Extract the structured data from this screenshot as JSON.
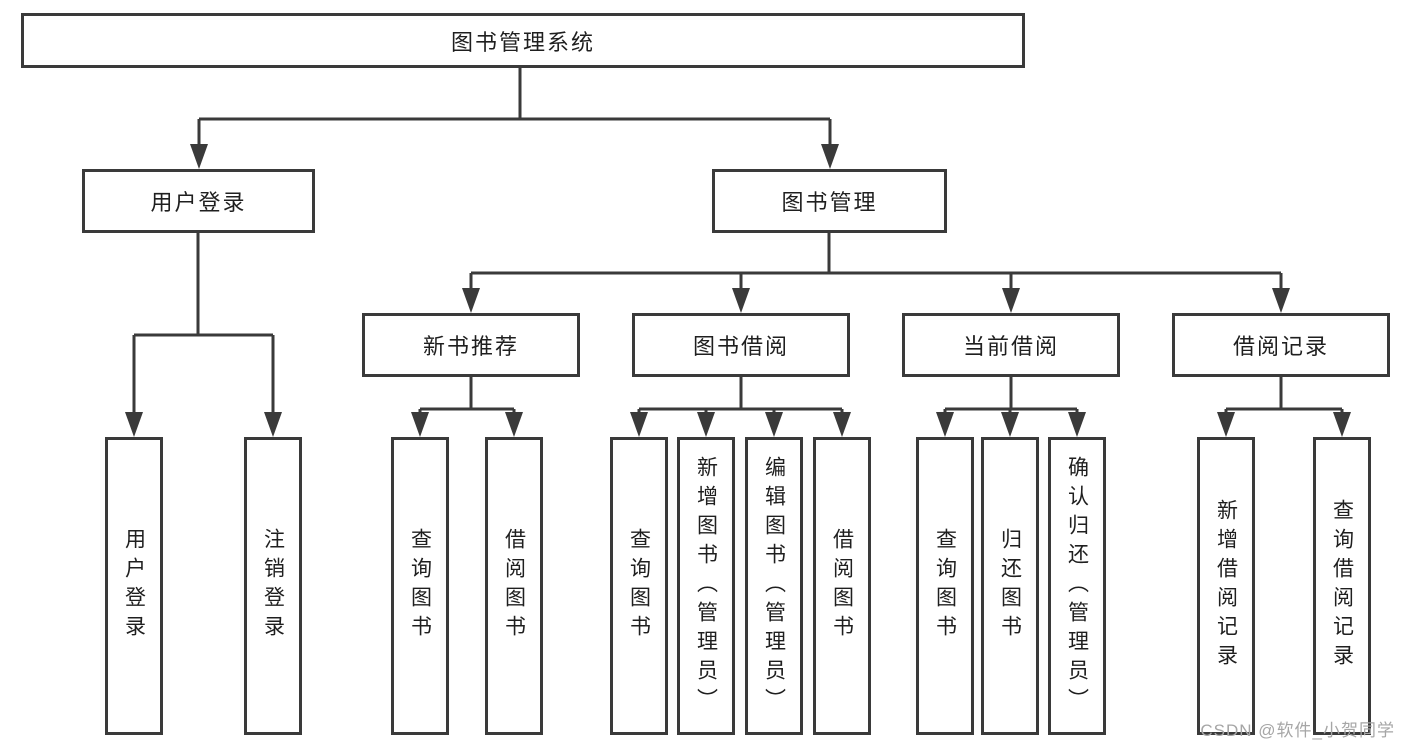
{
  "tree": {
    "label": "图书管理系统",
    "children": [
      {
        "label": "用户登录",
        "children": [
          {
            "label": "用户登录"
          },
          {
            "label": "注销登录"
          }
        ]
      },
      {
        "label": "图书管理",
        "children": [
          {
            "label": "新书推荐",
            "children": [
              {
                "label": "查询图书"
              },
              {
                "label": "借阅图书"
              }
            ]
          },
          {
            "label": "图书借阅",
            "children": [
              {
                "label": "查询图书"
              },
              {
                "label": "新增图书（管理员）"
              },
              {
                "label": "编辑图书（管理员）"
              },
              {
                "label": "借阅图书"
              }
            ]
          },
          {
            "label": "当前借阅",
            "children": [
              {
                "label": "查询图书"
              },
              {
                "label": "归还图书"
              },
              {
                "label": "确认归还（管理员）"
              }
            ]
          },
          {
            "label": "借阅记录",
            "children": [
              {
                "label": "新增借阅记录"
              },
              {
                "label": "查询借阅记录"
              }
            ]
          }
        ]
      }
    ]
  },
  "watermark": "CSDN @软件_小贺同学",
  "colors": {
    "line": "#3a3a3a",
    "text": "#1f1f1f",
    "box_background": "#ffffff",
    "watermark": "#a6a6a6"
  }
}
